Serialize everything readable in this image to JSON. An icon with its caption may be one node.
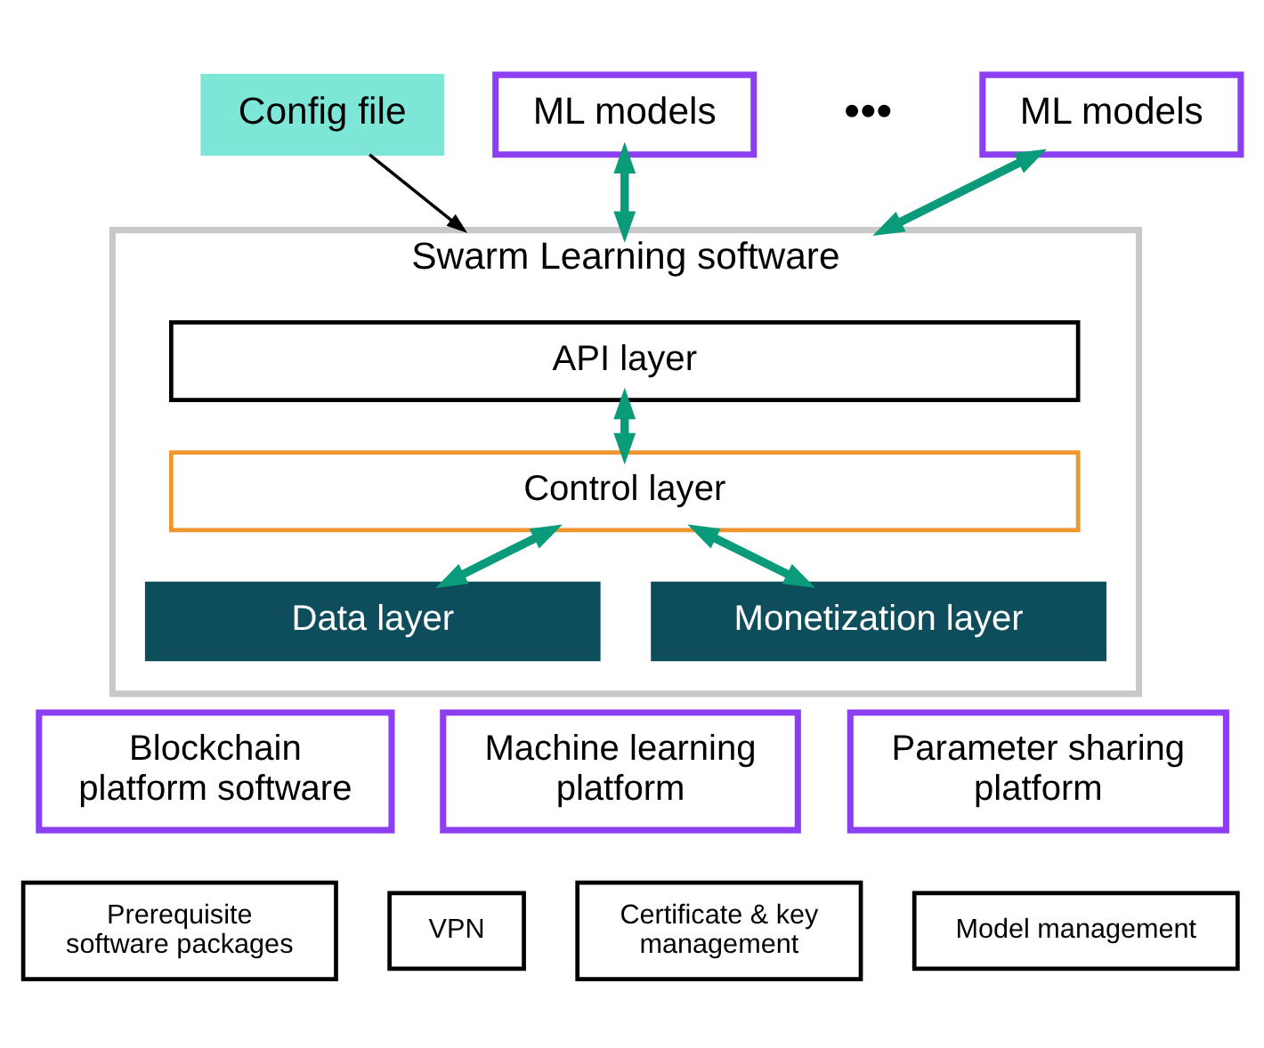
{
  "diagram": {
    "nodes": [
      {
        "text": [
          "Config file"
        ]
      },
      {
        "text": [
          "ML models"
        ]
      },
      {
        "text": [
          "ML models"
        ]
      },
      {
        "text": [
          "Swarm Learning software"
        ]
      },
      {
        "text": [
          "API layer"
        ],
        "in": 3
      },
      {
        "text": [
          "Control layer"
        ],
        "in": 3
      },
      {
        "text": [
          "Data layer"
        ],
        "in": 3
      },
      {
        "text": [
          "Monetization layer"
        ],
        "in": 3
      },
      {
        "text": [
          "Blockchain platform software"
        ]
      },
      {
        "text": [
          "Machine learning platform"
        ]
      },
      {
        "text": [
          "Parameter sharing platform"
        ]
      },
      {
        "text": [
          "Prerequisite software packages"
        ]
      },
      {
        "text": [
          "VPN"
        ]
      },
      {
        "text": [
          "Certificate & key management"
        ]
      },
      {
        "text": [
          "Model management"
        ]
      }
    ],
    "edges": [
      {
        "from": 0,
        "to": 3,
        "arrow": "to",
        "color": "#000000"
      },
      {
        "from": 1,
        "to": 3,
        "arrow": "both"
      },
      {
        "from": 2,
        "to": 3,
        "arrow": "both"
      },
      {
        "from": 4,
        "to": 5,
        "arrow": "both"
      },
      {
        "from": 5,
        "to": 6,
        "arrow": "both"
      },
      {
        "from": 5,
        "to": 7,
        "arrow": "both"
      }
    ],
    "labels": [
      "•••"
    ]
  }
}
